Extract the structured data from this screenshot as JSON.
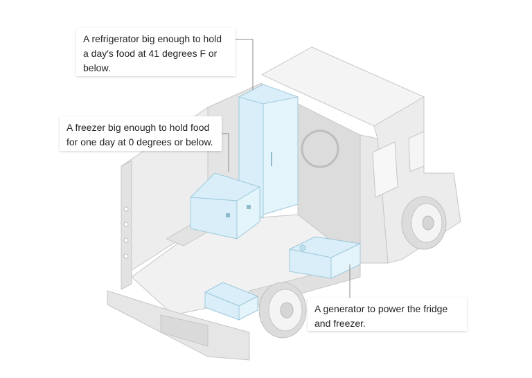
{
  "callouts": {
    "refrigerator": "A refrigerator big enough to hold a day's food at 41 degrees F or below.",
    "freezer": "A freezer big enough to hold food for one day at 0 degrees or below.",
    "generator": "A generator to power the fridge and freezer."
  },
  "colors": {
    "equipment": "#d9eef8",
    "equipment_stroke": "#9fc9dc",
    "truck": "#efefef",
    "truck_dark": "#dedede",
    "truck_stroke": "#c8c8c8",
    "leader": "#888888"
  }
}
